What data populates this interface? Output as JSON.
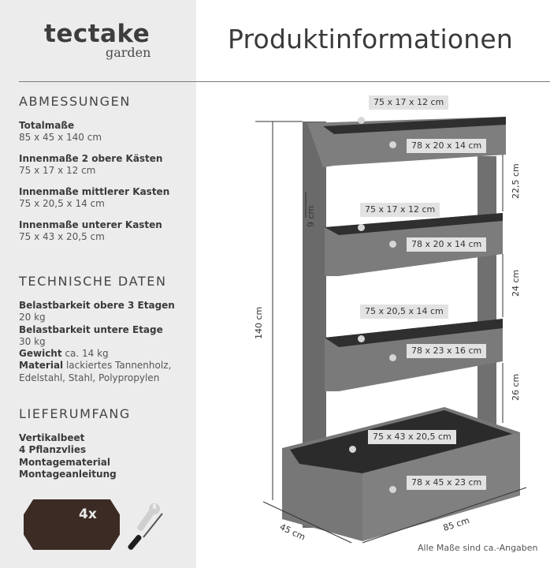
{
  "brand": {
    "name": "tectake",
    "sub": "garden"
  },
  "header": {
    "title": "Produktinformationen"
  },
  "sidebar": {
    "abmessungen": {
      "heading": "ABMESSUNGEN",
      "items": [
        {
          "label": "Totalmaße",
          "value": "85 x 45 x 140 cm"
        },
        {
          "label": "Innenmaße 2 obere Kästen",
          "value": "75 x 17 x 12 cm"
        },
        {
          "label": "Innenmaße mittlerer Kasten",
          "value": "75 x 20,5 x 14 cm"
        },
        {
          "label": "Innenmaße unterer Kasten",
          "value": "75 x 43 x 20,5 cm"
        }
      ]
    },
    "technische_daten": {
      "heading": "TECHNISCHE DATEN",
      "lines": [
        {
          "label": "Belastbarkeit obere 3 Etagen",
          "value": ""
        },
        {
          "label": "",
          "value": "20 kg"
        },
        {
          "label": "Belastbarkeit untere Etage",
          "value": ""
        },
        {
          "label": "",
          "value": "30 kg"
        },
        {
          "label": "Gewicht",
          "value": " ca. 14 kg"
        },
        {
          "label": "Material",
          "value": " lackiertes Tannenholz,"
        },
        {
          "label": "",
          "value": "Edelstahl, Stahl, Polypropylen"
        }
      ]
    },
    "lieferumfang": {
      "heading": "LIEFERUMFANG",
      "items": [
        "Vertikalbeet",
        "4 Pflanzvlies",
        "Montagematerial",
        "Montageanleitung"
      ],
      "fleece_badge": "4x"
    }
  },
  "diagram": {
    "labels": {
      "box1_inner": "75 x 17 x 12 cm",
      "box1_outer": "78 x 20 x 14 cm",
      "box2_inner": "75 x 17 x 12 cm",
      "box2_outer": "78 x 20 x 14 cm",
      "box3_inner": "75 x 20,5 x 14 cm",
      "box3_outer": "78 x 23 x 16 cm",
      "box4_inner": "75 x 43 x 20,5 cm",
      "box4_outer": "78 x 45 x 23 cm"
    },
    "dims": {
      "height_total": "140 cm",
      "gap1": "22,5 cm",
      "gap2": "24 cm",
      "gap3": "26 cm",
      "post_offset": "9 cm",
      "depth": "45 cm",
      "width": "85 cm"
    },
    "note": "Alle Maße sind ca.-Angaben"
  }
}
